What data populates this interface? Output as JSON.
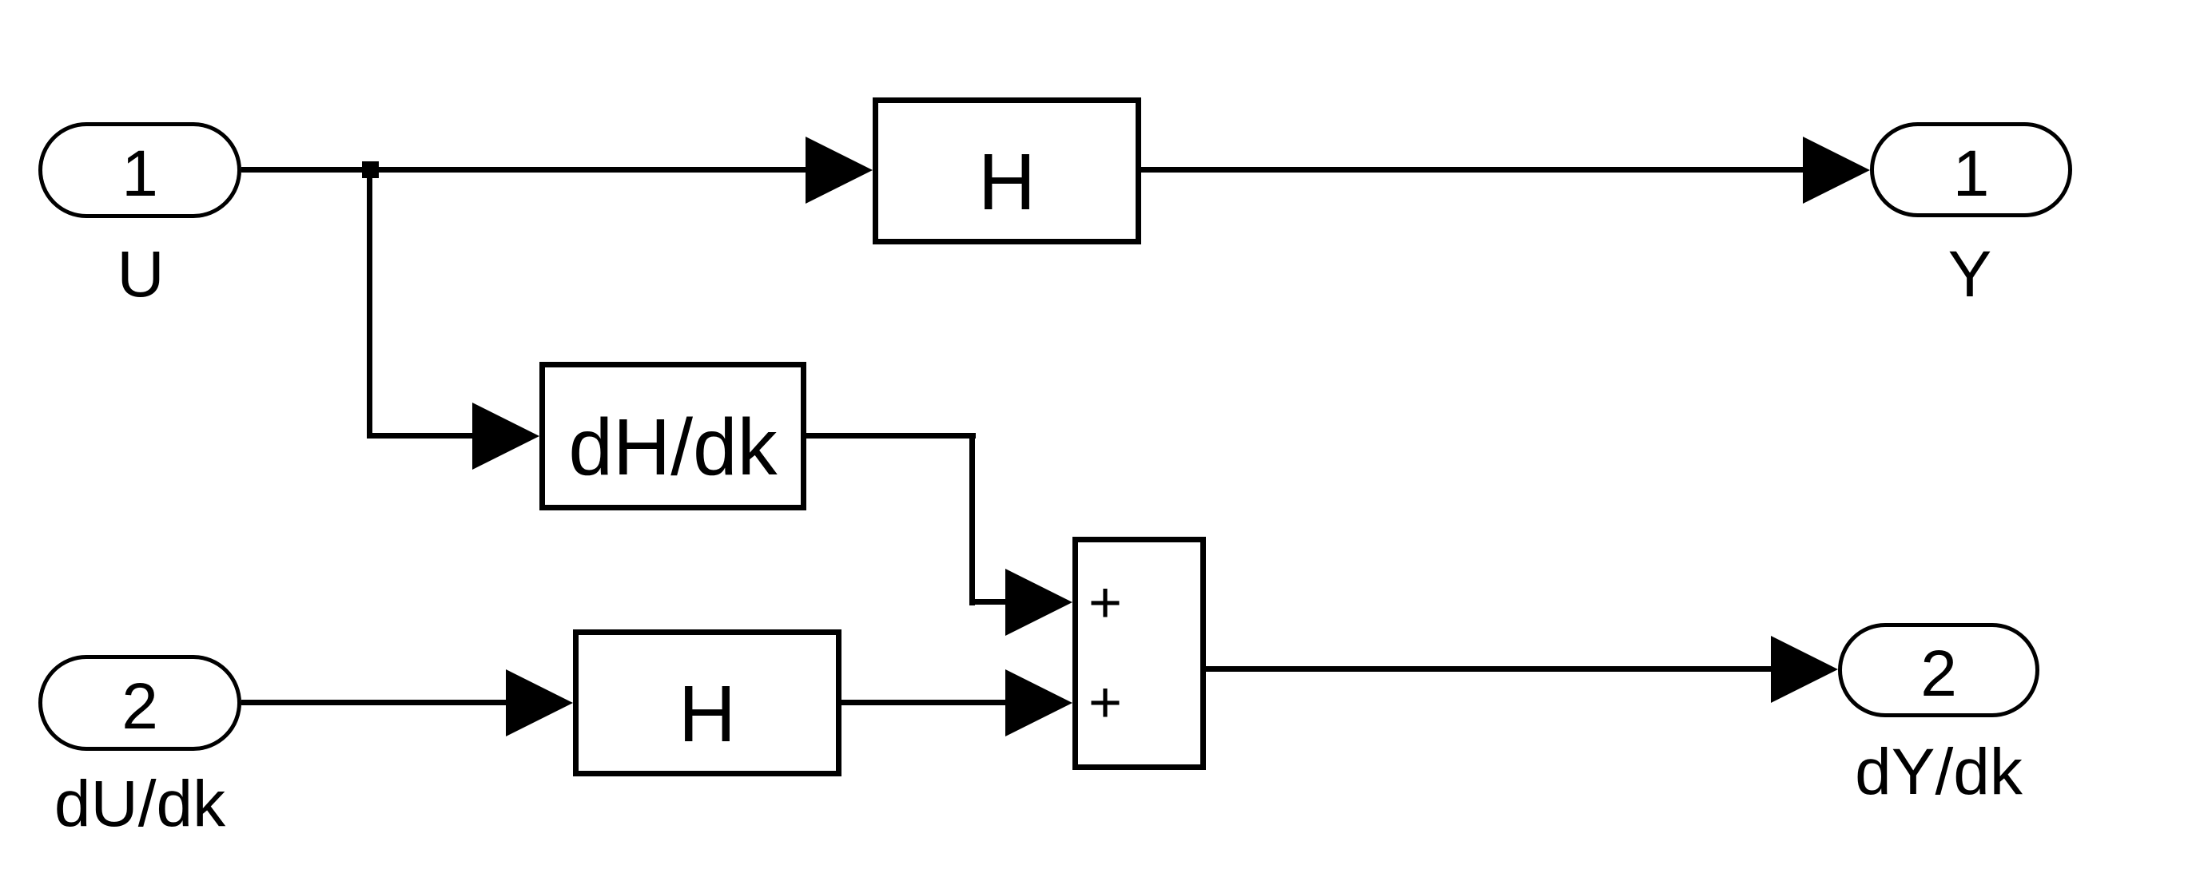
{
  "colors": {
    "stroke": "#000000",
    "background": "#ffffff"
  },
  "inports": [
    {
      "number": "1",
      "label": "U"
    },
    {
      "number": "2",
      "label": "dU/dk"
    }
  ],
  "outports": [
    {
      "number": "1",
      "label": "Y"
    },
    {
      "number": "2",
      "label": "dY/dk"
    }
  ],
  "blocks": {
    "h_top": {
      "label": "H"
    },
    "dhdk": {
      "label": "dH/dk"
    },
    "h_bottom": {
      "label": "H"
    }
  },
  "sum": {
    "top_sign": "+",
    "bottom_sign": "+"
  }
}
